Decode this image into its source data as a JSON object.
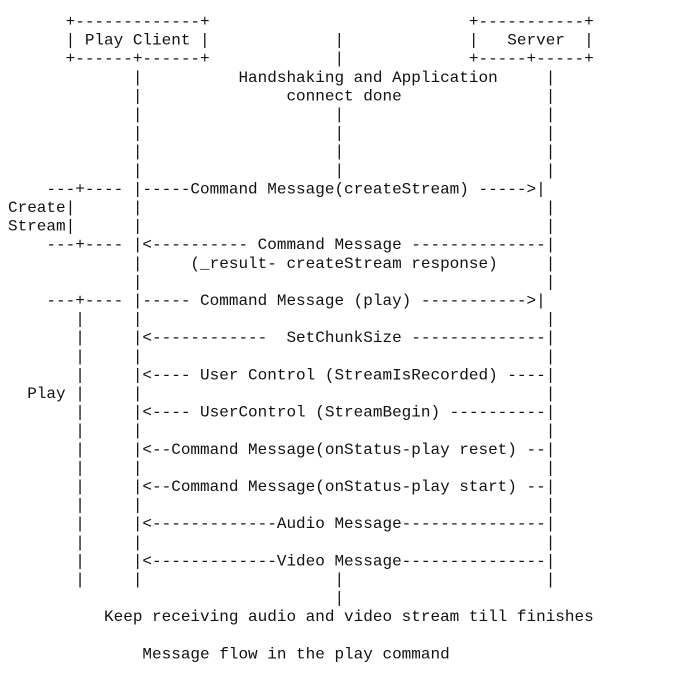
{
  "diagram": {
    "lines": [
      "      +-------------+                           +-----------+",
      "      | Play Client |             |             |   Server  |",
      "      +------+------+             |             +-----+-----+",
      "             |          Handshaking and Application     |",
      "             |               connect done               |",
      "             |                    |                     |",
      "             |                    |                     |",
      "             |                    |                     |",
      "             |                    |                     |",
      "    ---+---- |-----Command Message(createStream) ----->|",
      "Create|      |                                          |",
      "Stream|      |                                          |",
      "    ---+---- |<---------- Command Message --------------|",
      "             |     (_result- createStream response)     |",
      "             |                                          |",
      "    ---+---- |----- Command Message (play) ----------->|",
      "       |     |                                          |",
      "       |     |<------------  SetChunkSize --------------|",
      "       |     |                                          |",
      "       |     |<---- User Control (StreamIsRecorded) ----|",
      "  Play |     |                                          |",
      "       |     |<---- UserControl (StreamBegin) ----------|",
      "       |     |                                          |",
      "       |     |<--Command Message(onStatus-play reset) --|",
      "       |     |                                          |",
      "       |     |<--Command Message(onStatus-play start) --|",
      "       |     |                                          |",
      "       |     |<-------------Audio Message---------------|",
      "       |     |                                          |",
      "       |     |<-------------Video Message---------------|",
      "       |     |                    |                     |",
      "                                  |",
      "          Keep receiving audio and video stream till finishes",
      "",
      "              Message flow in the play command"
    ]
  }
}
